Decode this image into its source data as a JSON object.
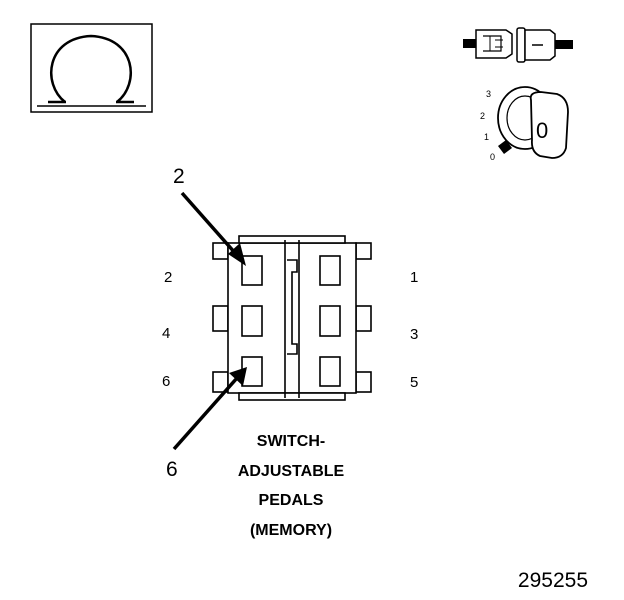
{
  "symbol": {
    "name": "omega-ohm-symbol"
  },
  "ignition_key": {
    "positions": [
      "3",
      "2",
      "1",
      "0"
    ],
    "key_face": "0"
  },
  "callouts": {
    "top": "2",
    "bottom": "6"
  },
  "pins": {
    "left": [
      "2",
      "4",
      "6"
    ],
    "right": [
      "1",
      "3",
      "5"
    ]
  },
  "caption": {
    "line1": "SWITCH-",
    "line2": "ADJUSTABLE",
    "line3": "PEDALS",
    "line4": "(MEMORY)"
  },
  "figure_number": "295255"
}
